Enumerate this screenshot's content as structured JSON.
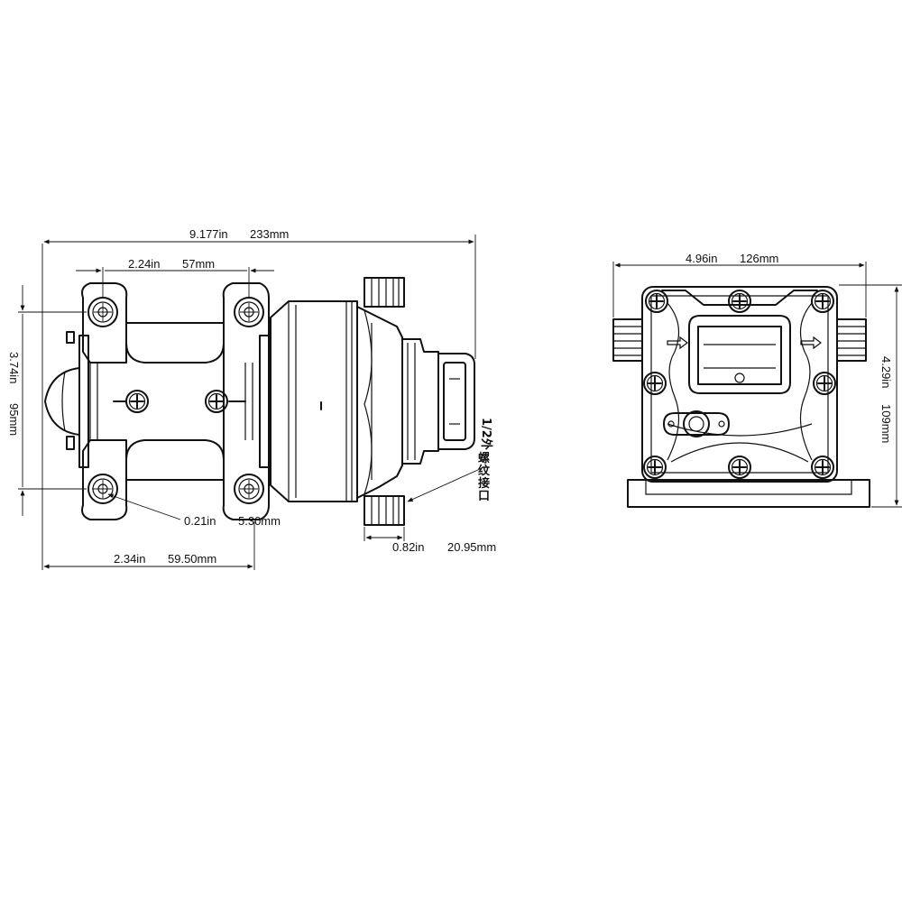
{
  "dimensions": {
    "overall_length": {
      "inch": "9.177in",
      "mm": "233mm"
    },
    "mount_hole_spacing": {
      "inch": "2.24in",
      "mm": "57mm"
    },
    "mount_height": {
      "inch": "3.74in",
      "mm": "95mm"
    },
    "mount_hole_diameter": {
      "inch": "0.21in",
      "mm": "5.30mm"
    },
    "mount_to_flange": {
      "inch": "2.34in",
      "mm": "59.50mm"
    },
    "port_length": {
      "inch": "0.82in",
      "mm": "20.95mm"
    },
    "head_width": {
      "inch": "4.96in",
      "mm": "126mm"
    },
    "head_height": {
      "inch": "4.29in",
      "mm": "109mm"
    }
  },
  "port_note": [
    "1/2外",
    "螺",
    "纹",
    "接",
    "口"
  ],
  "colors": {
    "line": "#111111",
    "background": "#ffffff"
  }
}
